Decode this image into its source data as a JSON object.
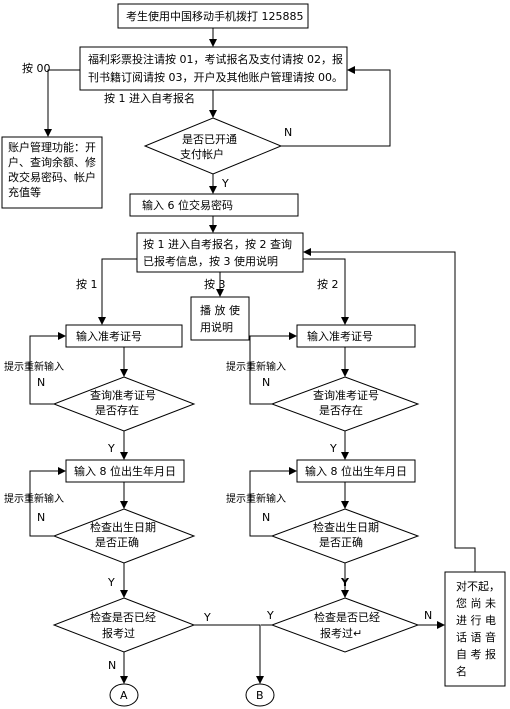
{
  "top_box": "考生使用中国移动手机拨打 125885",
  "menu_box": [
    "福利彩票投注请按 01，考试报名及支付请按 02，报",
    "刊书籍订阅请按 03，开户及其他账户管理请按 00。"
  ],
  "label_press00": "按 00",
  "label_press1_enter": "按 1 进入自考报名",
  "decision_payment": [
    "是否已开通",
    "支付帐户"
  ],
  "label_n": "N",
  "label_y": "Y",
  "account_box": [
    "账户管理功能：开",
    "户、查询余额、修",
    "改交易密码、帐户",
    "充值等"
  ],
  "password_box": "输入 6 位交易密码",
  "submenu_box": [
    "按 1 进入自考报名，按 2 查询",
    "已报考信息，按 3 使用说明"
  ],
  "label_press1": "按 1",
  "label_press2": "按 2",
  "label_press3": "按 3",
  "help_box": [
    "播 放 使",
    "用说明"
  ],
  "input_exam_id": "输入准考证号",
  "prompt_reenter": "提示重新输入",
  "decision_exam_id": [
    "查询准考证号",
    "是否存在"
  ],
  "input_birth": "输入 8 位出生年月日",
  "decision_birth": [
    "检查出生日期",
    "是否正确"
  ],
  "decision_registered": [
    "检查是否已经",
    "报考过"
  ],
  "decision_registered_right": [
    "检查是否已经",
    "报考过↵"
  ],
  "connector_a": "A",
  "connector_b": "B",
  "sorry_box": [
    "对不起，",
    "您 尚 未",
    "进 行 电",
    "话 语 音",
    "自 考 报",
    "名"
  ]
}
